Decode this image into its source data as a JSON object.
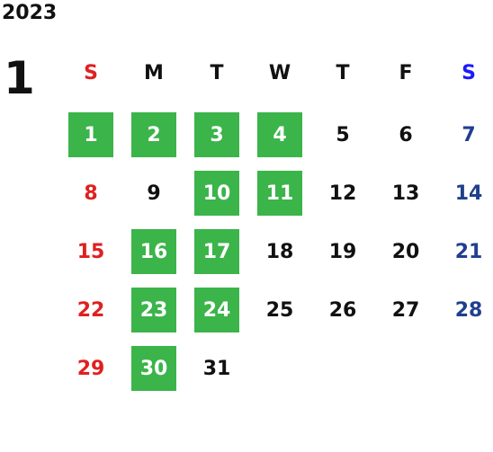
{
  "calendar": {
    "year": "2023",
    "month": "1",
    "weekdays": [
      "S",
      "M",
      "T",
      "W",
      "T",
      "F",
      "S"
    ],
    "weeks": [
      [
        {
          "d": "1",
          "h": true
        },
        {
          "d": "2",
          "h": true
        },
        {
          "d": "3",
          "h": true
        },
        {
          "d": "4",
          "h": true
        },
        {
          "d": "5",
          "h": false
        },
        {
          "d": "6",
          "h": false
        },
        {
          "d": "7",
          "h": false
        }
      ],
      [
        {
          "d": "8",
          "h": false
        },
        {
          "d": "9",
          "h": false
        },
        {
          "d": "10",
          "h": true
        },
        {
          "d": "11",
          "h": true
        },
        {
          "d": "12",
          "h": false
        },
        {
          "d": "13",
          "h": false
        },
        {
          "d": "14",
          "h": false
        }
      ],
      [
        {
          "d": "15",
          "h": false
        },
        {
          "d": "16",
          "h": true
        },
        {
          "d": "17",
          "h": true
        },
        {
          "d": "18",
          "h": false
        },
        {
          "d": "19",
          "h": false
        },
        {
          "d": "20",
          "h": false
        },
        {
          "d": "21",
          "h": false
        }
      ],
      [
        {
          "d": "22",
          "h": false
        },
        {
          "d": "23",
          "h": true
        },
        {
          "d": "24",
          "h": true
        },
        {
          "d": "25",
          "h": false
        },
        {
          "d": "26",
          "h": false
        },
        {
          "d": "27",
          "h": false
        },
        {
          "d": "28",
          "h": false
        }
      ],
      [
        {
          "d": "29",
          "h": false
        },
        {
          "d": "30",
          "h": true
        },
        {
          "d": "31",
          "h": false
        }
      ]
    ]
  },
  "colors": {
    "highlight": "#3bb44a",
    "sunday": "#e02020",
    "saturday_header": "#1a1aff",
    "saturday": "#1f3f8f",
    "weekday": "#111111"
  }
}
